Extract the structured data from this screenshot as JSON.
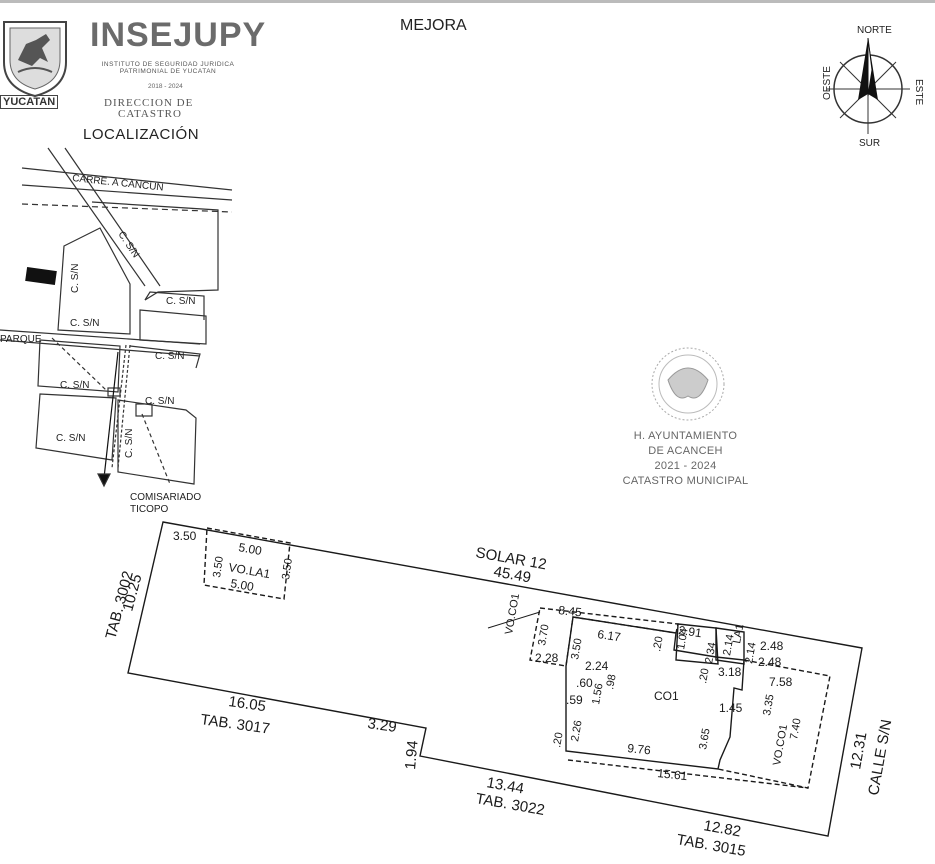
{
  "header": {
    "brand": "INSEJUPY",
    "brand_sub1": "INSTITUTO DE SEGURIDAD JURIDICA",
    "brand_sub2": "PATRIMONIAL DE YUCATAN",
    "brand_years": "2018 - 2024",
    "direction_line1": "DIRECCION DE",
    "direction_line2": "CATASTRO",
    "state_badge": "YUCATAN",
    "section": "LOCALIZACIÓN",
    "title": "MEJORA"
  },
  "compass": {
    "north": "NORTE",
    "south": "SUR",
    "east": "ESTE",
    "west": "OESTE"
  },
  "location_map": {
    "road": "CARRE. A CANCUN",
    "street": "C. S/N",
    "park": "PARQUE",
    "commissary_line1": "COMISARIADO",
    "commissary_line2": "TICOPO"
  },
  "stamp": {
    "line1": "H. AYUNTAMIENTO",
    "line2": "DE ACANCEH",
    "line3": "2021 - 2024",
    "line4": "CATASTRO MUNICIPAL"
  },
  "plan": {
    "solar_label": "SOLAR 12",
    "north_length": "45.49",
    "west_tab": "TAB. 3002",
    "west_length": "10.25",
    "south_w_length": "16.05",
    "south_w_tab": "TAB. 3017",
    "step_h": "3.29",
    "step_v": "1.94",
    "south_m_length": "13.44",
    "south_m_tab": "TAB. 3022",
    "south_e_length": "12.82",
    "south_e_tab": "TAB. 3015",
    "east_length": "12.31",
    "east_street": "CALLE S/N",
    "vo_la1": {
      "label": "VO.LA1",
      "offset": "3.50",
      "top": "5.00",
      "bottom": "5.00",
      "left": "3.50",
      "right": "3.50"
    },
    "vo_co1_west": {
      "label": "VO.CO1",
      "top": "8.45",
      "left": "3.70",
      "bottom": "2.28"
    },
    "co1": {
      "label": "CO1",
      "top": "6.17",
      "side": "3.50",
      "ledge": "2.24",
      "d1": ".60",
      "d2": ".98",
      "d3": "1.56",
      "d4": ".59",
      "d5": "2.26",
      "d6": ".20",
      "bottom": "9.76",
      "right_v": "3.65",
      "right_h": "1.45",
      "gap": ".20",
      "east_v": "1.04"
    },
    "la1": {
      "label": "LA1",
      "w1": "2.91",
      "h1": "2.34",
      "top": "2.14",
      "bottom": "2.14",
      "right": "2.48",
      "right2": "2.48",
      "gap": ".20",
      "base": "3.18"
    },
    "vo_co1_east": {
      "label": "VO.CO1",
      "top": "7.58",
      "left": "3.35",
      "right": "7.40",
      "bottom": "15.61"
    }
  }
}
